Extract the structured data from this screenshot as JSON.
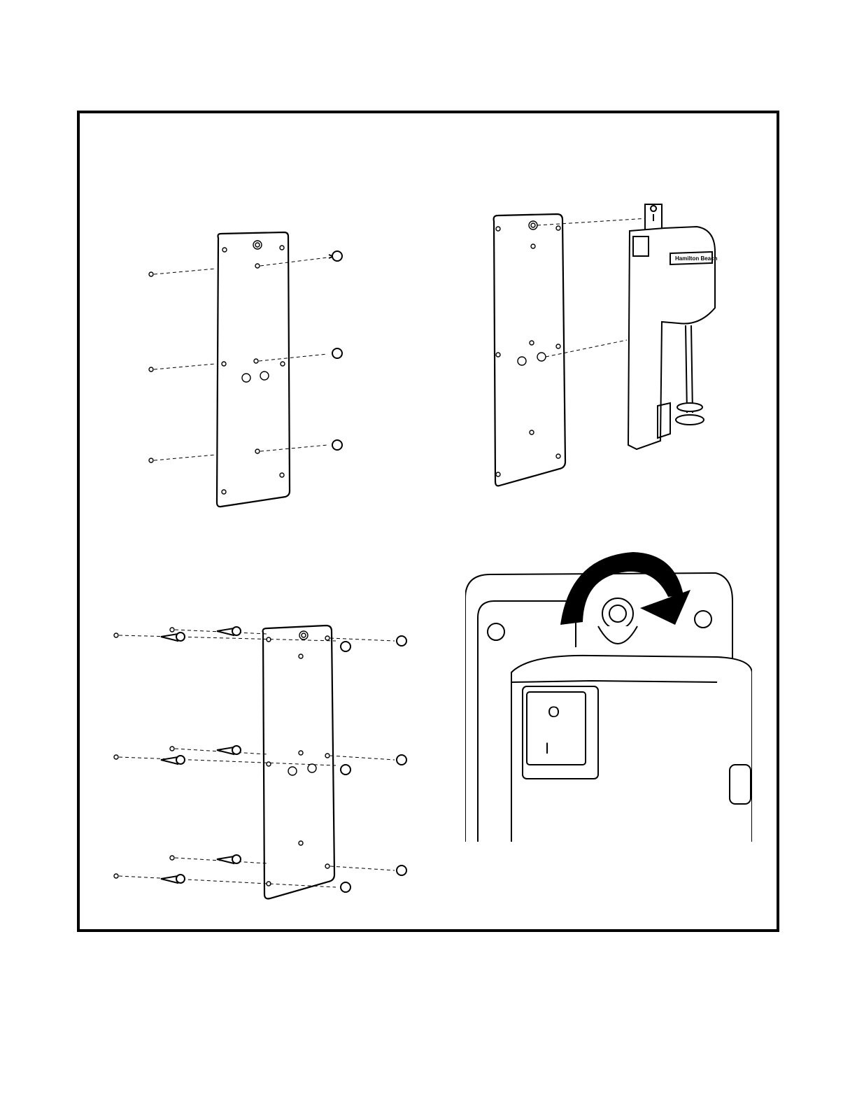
{
  "figure": {
    "panels": [
      {
        "id": "wall-plate-screws",
        "caption": ""
      },
      {
        "id": "hang-mixer",
        "caption": ""
      },
      {
        "id": "wall-plate-anchors",
        "caption": ""
      },
      {
        "id": "switch-detail",
        "caption": ""
      }
    ],
    "device": {
      "brand_label": "Hamilton Beach",
      "switch_on_label": "I",
      "switch_off_label": "O"
    },
    "icons": [
      "screw-icon",
      "anchor-icon",
      "rotate-arrow-icon",
      "power-switch-icon"
    ]
  }
}
